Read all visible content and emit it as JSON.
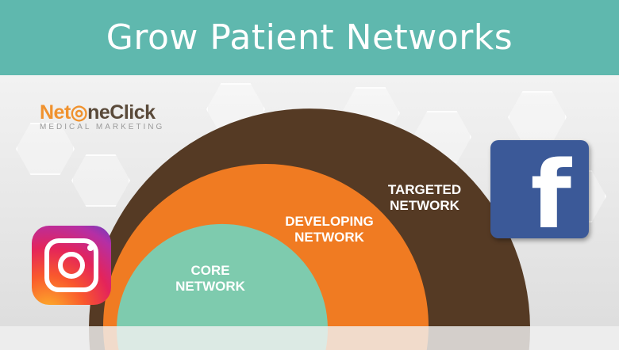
{
  "header": {
    "title": "Grow Patient Networks"
  },
  "logo": {
    "name_part1": "Net",
    "name_part2": "neClick",
    "tagline": "MEDICAL MARKETING"
  },
  "diagram": {
    "rings": [
      {
        "label_line1": "TARGETED",
        "label_line2": "NETWORK",
        "color": "#553a24"
      },
      {
        "label_line1": "DEVELOPING",
        "label_line2": "NETWORK",
        "color": "#f07b22"
      },
      {
        "label_line1": "CORE",
        "label_line2": "NETWORK",
        "color": "#7ecbae"
      }
    ]
  },
  "icons": {
    "facebook": "facebook-icon",
    "instagram": "instagram-icon"
  },
  "colors": {
    "header": "#5fb8ae",
    "facebook": "#3b5998"
  }
}
